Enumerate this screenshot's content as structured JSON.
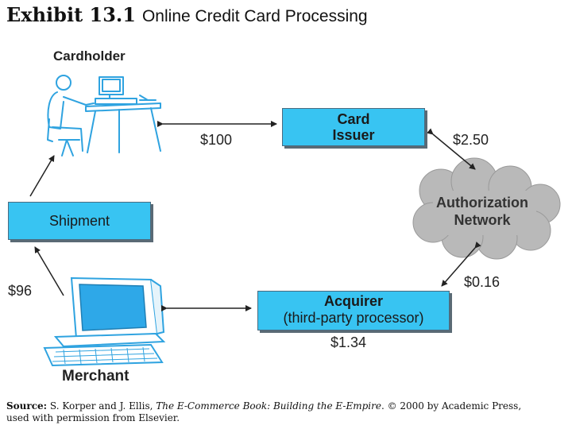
{
  "title": {
    "exhibit": "Exhibit 13.1",
    "subtitle": "Online Credit Card Processing"
  },
  "nodes": {
    "cardholder": "Cardholder",
    "card_issuer_line1": "Card",
    "card_issuer_line2": "Issuer",
    "authorization_line1": "Authorization",
    "authorization_line2": "Network",
    "shipment": "Shipment",
    "acquirer_line1": "Acquirer",
    "acquirer_line2": "(third-party processor)",
    "merchant": "Merchant"
  },
  "amounts": {
    "cardholder_issuer": "$100",
    "issuer_network": "$2.50",
    "network_acquirer": "$0.16",
    "acquirer": "$1.34",
    "merchant_shipment": "$96"
  },
  "source": {
    "label": "Source:",
    "authors": "S. Korper and J. Ellis,",
    "book": "The E-Commerce Book: Building the E-Empire",
    "rest": ". © 2000 by Academic Press,",
    "line2": "used with permission from Elsevier."
  },
  "colors": {
    "box_fill": "#38c4f2",
    "cloud_fill": "#b9b9b9",
    "icon_line": "#2fa3e0"
  }
}
